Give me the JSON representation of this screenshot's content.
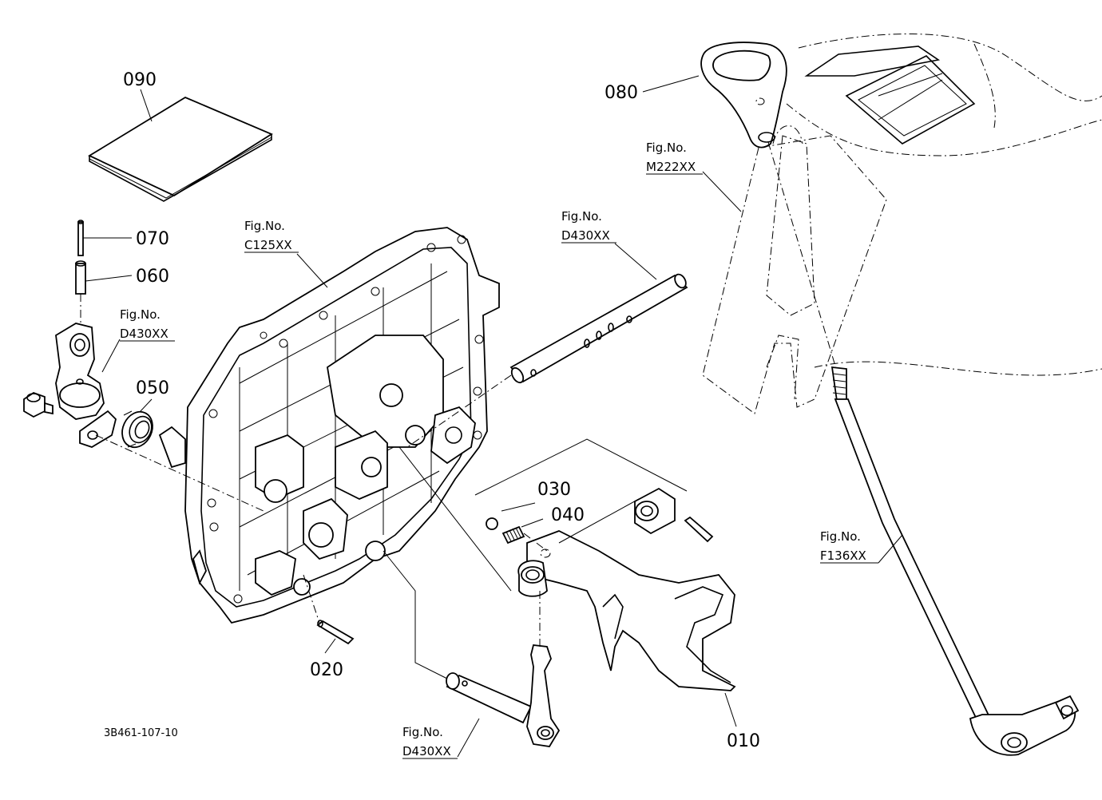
{
  "diagram": {
    "parts": [
      {
        "id": "p010",
        "number": "010"
      },
      {
        "id": "p020",
        "number": "020"
      },
      {
        "id": "p030",
        "number": "030"
      },
      {
        "id": "p040",
        "number": "040"
      },
      {
        "id": "p050",
        "number": "050"
      },
      {
        "id": "p060",
        "number": "060"
      },
      {
        "id": "p070",
        "number": "070"
      },
      {
        "id": "p080",
        "number": "080"
      },
      {
        "id": "p090",
        "number": "090"
      }
    ],
    "fig_refs": [
      {
        "id": "c125",
        "label": "Fig.No.",
        "code": "C125XX"
      },
      {
        "id": "d430a",
        "label": "Fig.No.",
        "code": "D430XX"
      },
      {
        "id": "d430b",
        "label": "Fig.No.",
        "code": "D430XX"
      },
      {
        "id": "d430c",
        "label": "Fig.No.",
        "code": "D430XX"
      },
      {
        "id": "m222",
        "label": "Fig.No.",
        "code": "M222XX"
      },
      {
        "id": "f136",
        "label": "Fig.No.",
        "code": "F136XX"
      }
    ],
    "drawing_code": "3B461-107-10"
  }
}
